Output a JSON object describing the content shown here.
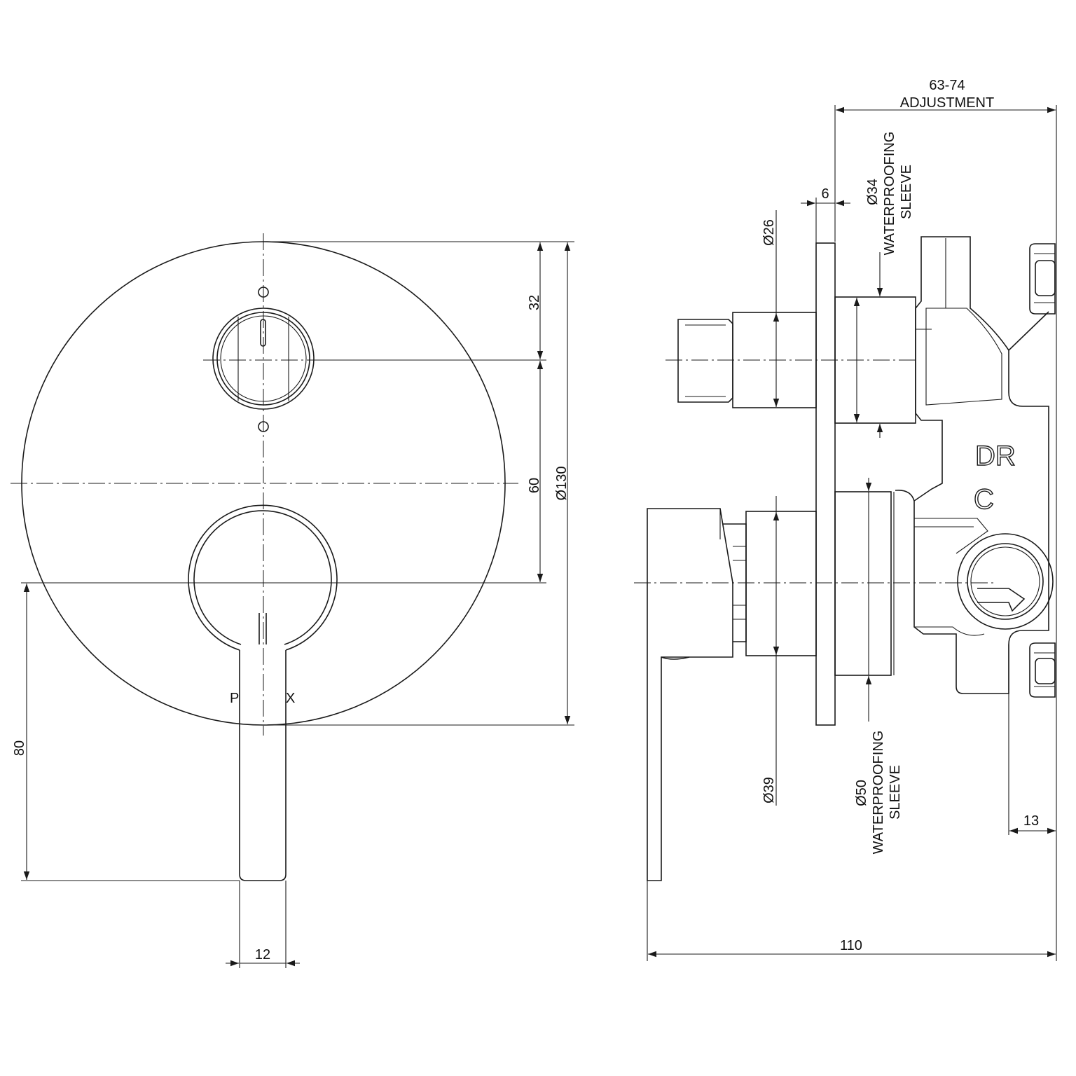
{
  "front_view": {
    "dim_lever_width": "12",
    "dim_lever_height": "80",
    "dim_upper_offset": "32",
    "dim_centre_spacing": "60",
    "dim_plate_diameter": "Ø130",
    "brand_left": "P",
    "brand_right": "X"
  },
  "side_view": {
    "dim_adjustment_value": "63-74",
    "dim_adjustment_label": "ADJUSTMENT",
    "dim_plate_thickness": "6",
    "dim_spindle_diameter": "Ø26",
    "dim_sleeve_upper_diameter": "Ø34",
    "sleeve_upper_line1": "WATERPROOFING",
    "sleeve_upper_line2": "SLEEVE",
    "dim_handle_hub_diameter": "Ø39",
    "dim_sleeve_lower_diameter": "Ø50",
    "sleeve_lower_line1": "WATERPROOFING",
    "sleeve_lower_line2": "SLEEVE",
    "dim_body_offset": "13",
    "dim_total_depth": "110",
    "marking_dr": "DR",
    "marking_c": "C"
  }
}
